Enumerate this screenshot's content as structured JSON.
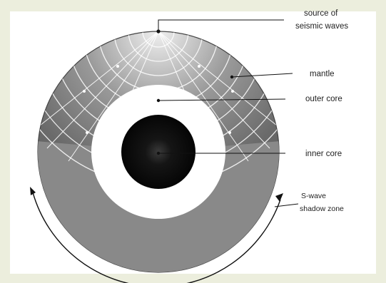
{
  "labels": {
    "source_line1": "source of",
    "source_line2": "seismic waves",
    "mantle": "mantle",
    "outer_core": "outer core",
    "inner_core": "inner core",
    "shadow_line1": "S-wave",
    "shadow_line2": "shadow zone"
  },
  "colors": {
    "page_border": "#eceedd",
    "background": "#ffffff",
    "mantle_light": "#e8e8e8",
    "mantle_dark": "#6a6a6a",
    "shadow_zone": "#888888",
    "outer_core": "#ffffff",
    "inner_core": "#080808",
    "leader_lines": "#111111"
  }
}
